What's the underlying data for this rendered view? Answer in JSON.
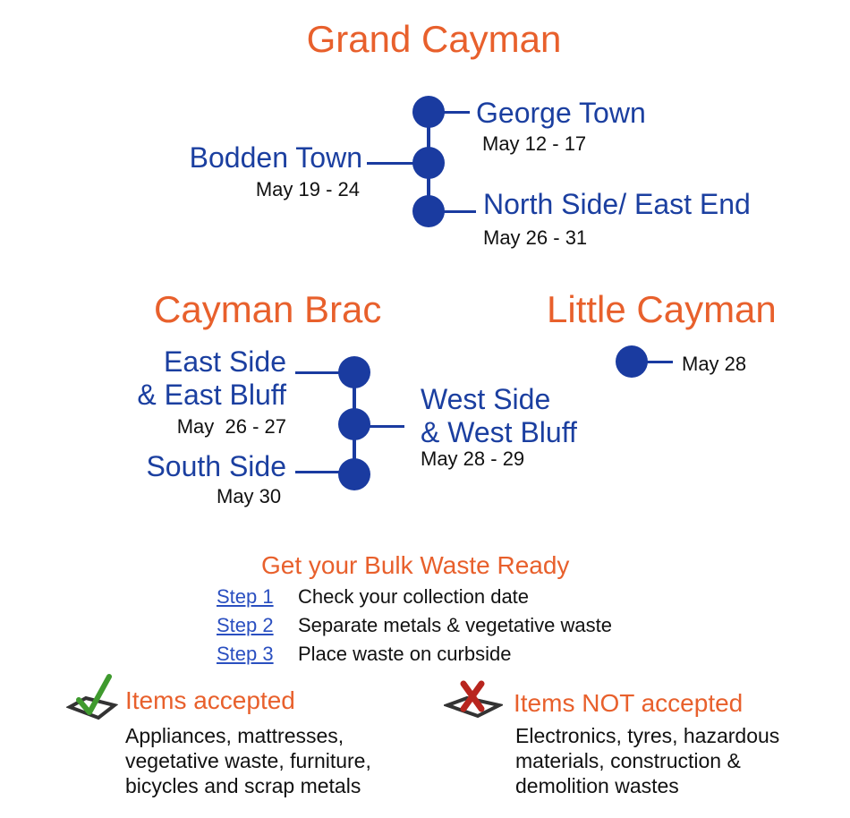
{
  "colors": {
    "accent": "#E8602C",
    "blue": "#1B3FA0"
  },
  "grand_cayman": {
    "title": "Grand Cayman",
    "george_town": {
      "name": "George Town",
      "dates": "May 12 - 17"
    },
    "bodden_town": {
      "name": "Bodden Town",
      "dates": "May 19 - 24"
    },
    "north_side": {
      "name": "North Side/ East End",
      "dates": "May 26 - 31"
    }
  },
  "cayman_brac": {
    "title": "Cayman Brac",
    "east_side": {
      "name1": "East Side",
      "name2": "& East Bluff",
      "dates": "May  26 - 27"
    },
    "west_side": {
      "name1": "West Side",
      "name2": "& West Bluff",
      "dates": "May 28 - 29"
    },
    "south_side": {
      "name": "South Side",
      "dates": "May 30"
    }
  },
  "little_cayman": {
    "title": "Little Cayman",
    "dates": "May 28"
  },
  "steps": {
    "title": "Get your Bulk Waste Ready",
    "items": [
      {
        "label": "Step 1",
        "text": "Check your collection date"
      },
      {
        "label": "Step 2",
        "text": "Separate metals & vegetative waste"
      },
      {
        "label": "Step 3",
        "text": "Place waste on curbside"
      }
    ]
  },
  "accepted": {
    "title": "Items accepted",
    "lines": [
      "Appliances, mattresses,",
      "vegetative waste, furniture,",
      "bicycles and scrap metals"
    ],
    "icon": "checkbox-check-icon"
  },
  "not_accepted": {
    "title": "Items NOT accepted",
    "lines": [
      "Electronics, tyres, hazardous",
      "materials, construction &",
      "demolition wastes"
    ],
    "icon": "checkbox-x-icon"
  }
}
